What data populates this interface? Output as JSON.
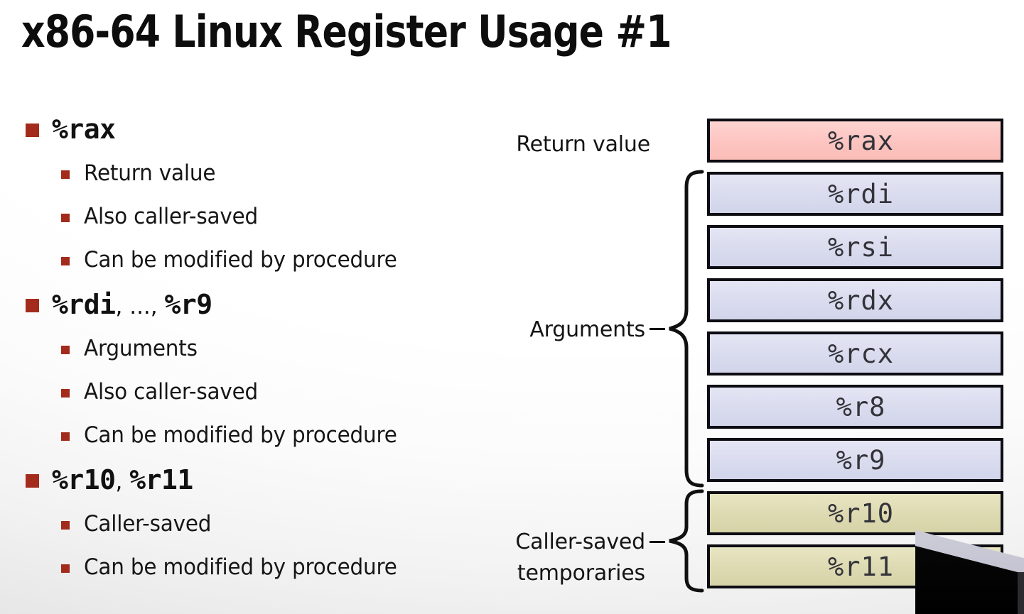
{
  "slide": {
    "title": "x86-64 Linux Register Usage #1",
    "accent_color": "#a32b1c",
    "background": "#ffffff"
  },
  "bullets": [
    {
      "register_name": "%rax",
      "register_suffix": "",
      "register_name2": "",
      "sub": [
        "Return value",
        "Also caller-saved",
        "Can be modified by procedure"
      ]
    },
    {
      "register_name": "%rdi",
      "register_suffix": ", ..., ",
      "register_name2": "%r9",
      "sub": [
        "Arguments",
        "Also caller-saved",
        "Can be modified by procedure"
      ]
    },
    {
      "register_name": "%r10",
      "register_suffix": ", ",
      "register_name2": "%r11",
      "sub": [
        "Caller-saved",
        "Can be modified by procedure"
      ]
    }
  ],
  "diagram": {
    "registers": [
      {
        "name": "%rax",
        "group": "return",
        "color": "#fdc4c0"
      },
      {
        "name": "%rdi",
        "group": "arguments",
        "color": "#d9dbee"
      },
      {
        "name": "%rsi",
        "group": "arguments",
        "color": "#d9dbee"
      },
      {
        "name": "%rdx",
        "group": "arguments",
        "color": "#d9dbee"
      },
      {
        "name": "%rcx",
        "group": "arguments",
        "color": "#d9dbee"
      },
      {
        "name": "%r8",
        "group": "arguments",
        "color": "#d9dbee"
      },
      {
        "name": "%r9",
        "group": "arguments",
        "color": "#d9dbee"
      },
      {
        "name": "%r10",
        "group": "temporaries",
        "color": "#dddab2"
      },
      {
        "name": "%r11",
        "group": "temporaries",
        "color": "#dddab2"
      }
    ],
    "group_labels": {
      "return": "Return value",
      "arguments": "Arguments",
      "temporaries": "Caller-saved\ntemporaries"
    }
  }
}
